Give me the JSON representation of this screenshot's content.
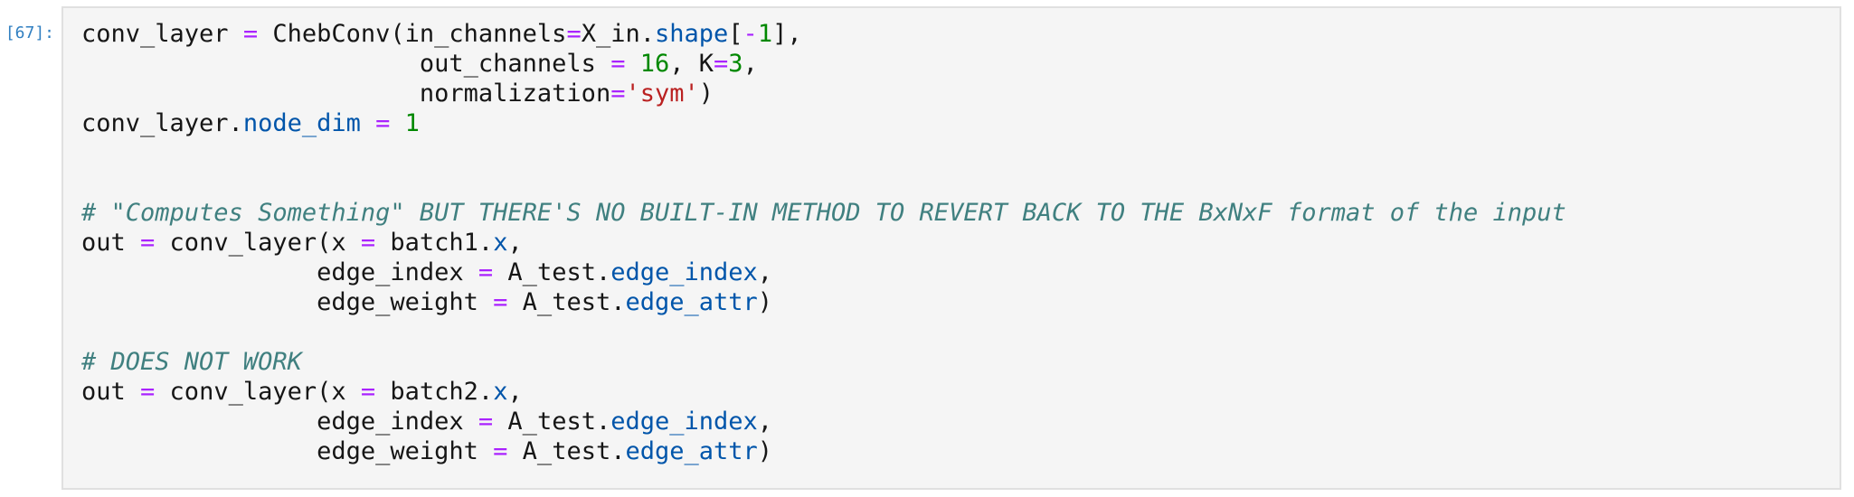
{
  "cell": {
    "prompt": "[67]:",
    "colors": {
      "prompt": "#307fc1",
      "plain": "#161616",
      "operator": "#aa22ff",
      "number": "#008800",
      "string": "#ba2121",
      "comment": "#408080",
      "attribute": "#0055aa",
      "editor_bg": "#f5f5f5",
      "editor_border": "#e0e0e0"
    },
    "code": {
      "lines": [
        [
          {
            "t": "conv_layer ",
            "c": "pln"
          },
          {
            "t": "=",
            "c": "op"
          },
          {
            "t": " ChebConv(in_channels",
            "c": "pln"
          },
          {
            "t": "=",
            "c": "op"
          },
          {
            "t": "X_in.",
            "c": "pln"
          },
          {
            "t": "shape",
            "c": "atr"
          },
          {
            "t": "[",
            "c": "pln"
          },
          {
            "t": "-",
            "c": "op"
          },
          {
            "t": "1",
            "c": "num"
          },
          {
            "t": "],",
            "c": "pln"
          }
        ],
        [
          {
            "t": "                       out_channels ",
            "c": "pln"
          },
          {
            "t": "=",
            "c": "op"
          },
          {
            "t": " ",
            "c": "pln"
          },
          {
            "t": "16",
            "c": "num"
          },
          {
            "t": ", K",
            "c": "pln"
          },
          {
            "t": "=",
            "c": "op"
          },
          {
            "t": "3",
            "c": "num"
          },
          {
            "t": ",",
            "c": "pln"
          }
        ],
        [
          {
            "t": "                       normalization",
            "c": "pln"
          },
          {
            "t": "=",
            "c": "op"
          },
          {
            "t": "'sym'",
            "c": "str"
          },
          {
            "t": ")",
            "c": "pln"
          }
        ],
        [
          {
            "t": "conv_layer.",
            "c": "pln"
          },
          {
            "t": "node_dim",
            "c": "atr"
          },
          {
            "t": " ",
            "c": "pln"
          },
          {
            "t": "=",
            "c": "op"
          },
          {
            "t": " ",
            "c": "pln"
          },
          {
            "t": "1",
            "c": "num"
          }
        ],
        [],
        [],
        [
          {
            "t": "# \"Computes Something\" BUT THERE'S NO BUILT-IN METHOD TO REVERT BACK TO THE BxNxF format of the input",
            "c": "com"
          }
        ],
        [
          {
            "t": "out ",
            "c": "pln"
          },
          {
            "t": "=",
            "c": "op"
          },
          {
            "t": " conv_layer(x ",
            "c": "pln"
          },
          {
            "t": "=",
            "c": "op"
          },
          {
            "t": " batch1.",
            "c": "pln"
          },
          {
            "t": "x",
            "c": "atr"
          },
          {
            "t": ",",
            "c": "pln"
          }
        ],
        [
          {
            "t": "                edge_index ",
            "c": "pln"
          },
          {
            "t": "=",
            "c": "op"
          },
          {
            "t": " A_test.",
            "c": "pln"
          },
          {
            "t": "edge_index",
            "c": "atr"
          },
          {
            "t": ",",
            "c": "pln"
          }
        ],
        [
          {
            "t": "                edge_weight ",
            "c": "pln"
          },
          {
            "t": "=",
            "c": "op"
          },
          {
            "t": " A_test.",
            "c": "pln"
          },
          {
            "t": "edge_attr",
            "c": "atr"
          },
          {
            "t": ")",
            "c": "pln"
          }
        ],
        [],
        [
          {
            "t": "# DOES NOT WORK",
            "c": "com"
          }
        ],
        [
          {
            "t": "out ",
            "c": "pln"
          },
          {
            "t": "=",
            "c": "op"
          },
          {
            "t": " conv_layer(x ",
            "c": "pln"
          },
          {
            "t": "=",
            "c": "op"
          },
          {
            "t": " batch2.",
            "c": "pln"
          },
          {
            "t": "x",
            "c": "atr"
          },
          {
            "t": ",",
            "c": "pln"
          }
        ],
        [
          {
            "t": "                edge_index ",
            "c": "pln"
          },
          {
            "t": "=",
            "c": "op"
          },
          {
            "t": " A_test.",
            "c": "pln"
          },
          {
            "t": "edge_index",
            "c": "atr"
          },
          {
            "t": ",",
            "c": "pln"
          }
        ],
        [
          {
            "t": "                edge_weight ",
            "c": "pln"
          },
          {
            "t": "=",
            "c": "op"
          },
          {
            "t": " A_test.",
            "c": "pln"
          },
          {
            "t": "edge_attr",
            "c": "atr"
          },
          {
            "t": ")",
            "c": "pln"
          }
        ]
      ]
    }
  }
}
